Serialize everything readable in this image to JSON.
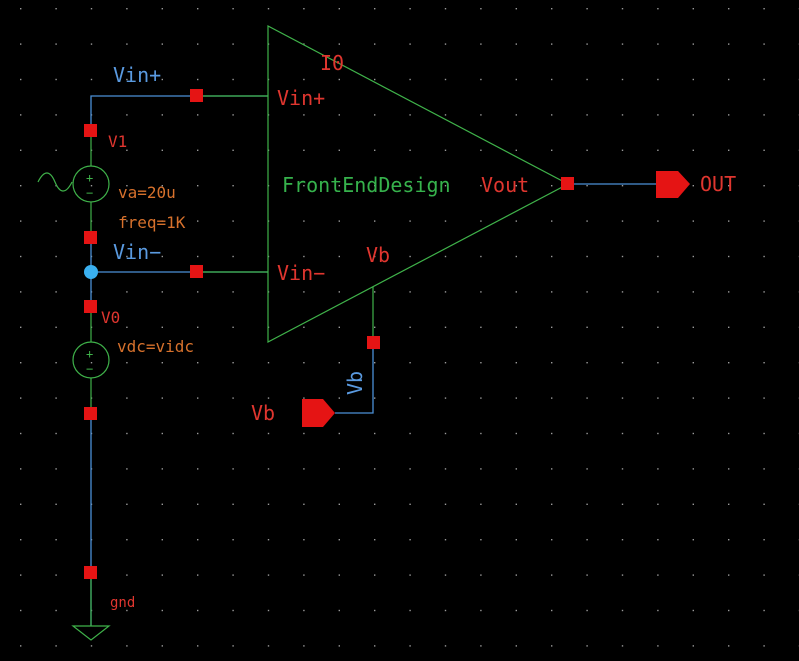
{
  "colors": {
    "background": "#000000",
    "wire": "#4b8fd6",
    "symbol": "#3fb24a",
    "pin": "#e51414",
    "text_red": "#e0362f",
    "text_green": "#36b24c",
    "text_blue": "#5a9ae0",
    "text_orange": "#d7712c",
    "node": "#3ab0f0",
    "grid_dot": "#9a9a9a"
  },
  "schematic": {
    "instance_name": "I0",
    "cell_name": "FrontEndDesign",
    "pin_vin_plus": "Vin+",
    "pin_vin_minus": "Vin−",
    "pin_vout": "Vout",
    "pin_vb": "Vb",
    "net_vin_plus": "Vin+",
    "net_vin_minus": "Vin−",
    "net_vb": "Vb",
    "output_pin_label": "OUT",
    "input_pin_label": "Vb",
    "source_ac_name": "V1",
    "source_ac_va": "va=20u",
    "source_ac_freq": "freq=1K",
    "source_dc_name": "V0",
    "source_dc_vdc": "vdc=vidc",
    "ground_label": "gnd",
    "plus_sign": "+",
    "minus_sign": "−",
    "ac_symbol": "∿"
  }
}
